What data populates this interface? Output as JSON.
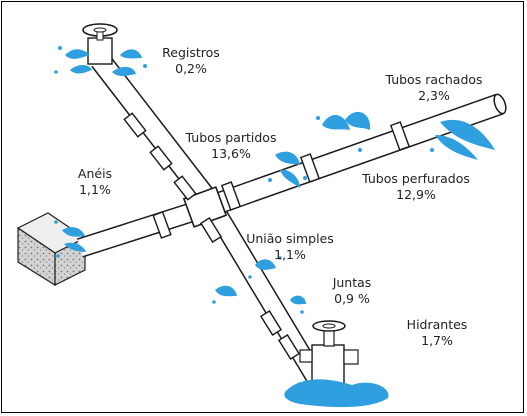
{
  "labels": {
    "registros": {
      "name": "Registros",
      "value": "0,2%"
    },
    "rachados": {
      "name": "Tubos rachados",
      "value": "2,3%"
    },
    "partidos": {
      "name": "Tubos partidos",
      "value": "13,6%"
    },
    "aneis": {
      "name": "Anéis",
      "value": "1,1%"
    },
    "perfurados": {
      "name": "Tubos perfurados",
      "value": "12,9%"
    },
    "uniao": {
      "name": "União simples",
      "value": "1,1%"
    },
    "juntas": {
      "name": "Juntas",
      "value": "0,9 %"
    },
    "hidrantes": {
      "name": "Hidrantes",
      "value": "1,7%"
    }
  },
  "colors": {
    "water": "#2f9fe0",
    "pipe_fill": "#ffffff",
    "pipe_stroke": "#1a1a1a",
    "concrete": "#d8d8d8",
    "frame": "#000000"
  }
}
